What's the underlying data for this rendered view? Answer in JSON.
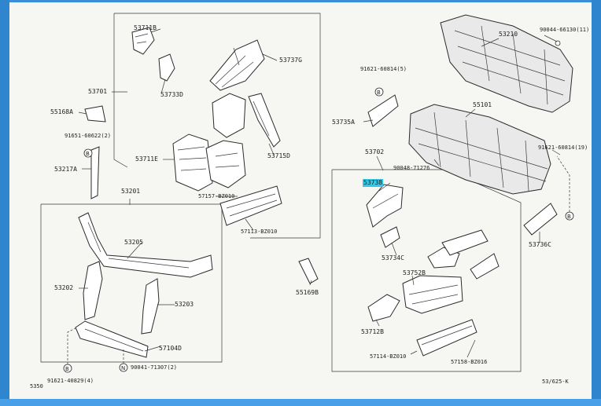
{
  "diagram": {
    "labels": {
      "p53711b": "53711B",
      "p53737g": "53737G",
      "p53701": "53701",
      "p53733d": "53733D",
      "p55168a": "55168A",
      "p91651": "91651-60622(2)",
      "p53217a": "53217A",
      "p53711e": "53711E",
      "p53715d": "53715D",
      "p57157": "57157-BZ010",
      "p53201": "53201",
      "p57113": "57113-BZ010",
      "p53205": "53205",
      "p53202": "53202",
      "p53203": "53203",
      "p57104d": "57104D",
      "p91621_40829": "91621-40829(4)",
      "p90041": "90041-71307(2)",
      "p53210": "53210",
      "p90044": "90044-66130(11)",
      "p91621_5": "91621-60814(5)",
      "p53735a": "53735A",
      "p55101": "55101",
      "p53702": "53702",
      "p90048": "90048-71276",
      "p91621_19": "91621-60814(19)",
      "p53738": "53738",
      "p53734c": "53734C",
      "p53736c": "53736C",
      "p53752b": "53752B",
      "p55169b": "55169B",
      "p53712b": "53712B",
      "p57114": "57114-BZ010",
      "p57158": "57158-BZ016",
      "corner_left": "5350",
      "corner_right": "53/625-K"
    },
    "highlighted_part": "53738",
    "callouts": {
      "B": "B",
      "N": "N"
    }
  },
  "colors": {
    "highlight": "#31c9e6",
    "frame_blue": "#3a8fd6",
    "paper": "#f6f7f3"
  }
}
